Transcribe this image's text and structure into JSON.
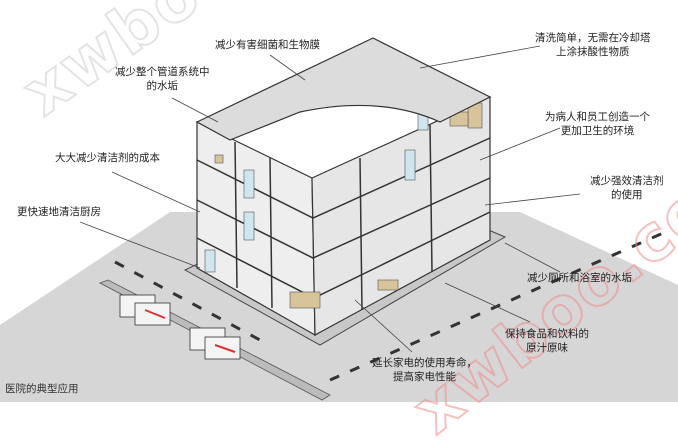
{
  "caption": "医院的典型应用",
  "watermark": "xwboo.com",
  "callouts": {
    "bacteria": [
      "减少有害细菌和生物膜"
    ],
    "pipes": [
      "减少整个管道系统中",
      "的水垢"
    ],
    "detergent_cost": [
      "大大减少清洁剂的成本"
    ],
    "kitchen": [
      "更快速地清洁厨房"
    ],
    "cooling_tower": [
      "清洗简单，无需在冷却塔",
      "上涂抹酸性物质"
    ],
    "hygiene": [
      "为病人和员工创造一个",
      "更加卫生的环境"
    ],
    "strong_cleaner": [
      "减少强效清洁剂",
      "的使用"
    ],
    "toilet": [
      "减少厕所和浴室的水垢"
    ],
    "food": [
      "保持食品和饮料的",
      "原汁原味"
    ],
    "appliances": [
      "延长家电的使用寿命，",
      "提高家电性能"
    ]
  },
  "colors": {
    "ground": "#d6d6d6",
    "roof": "#dcdcdc",
    "wall": "#eeeeee",
    "glass": "#cfe6ef",
    "wood": "#d8c49a"
  }
}
